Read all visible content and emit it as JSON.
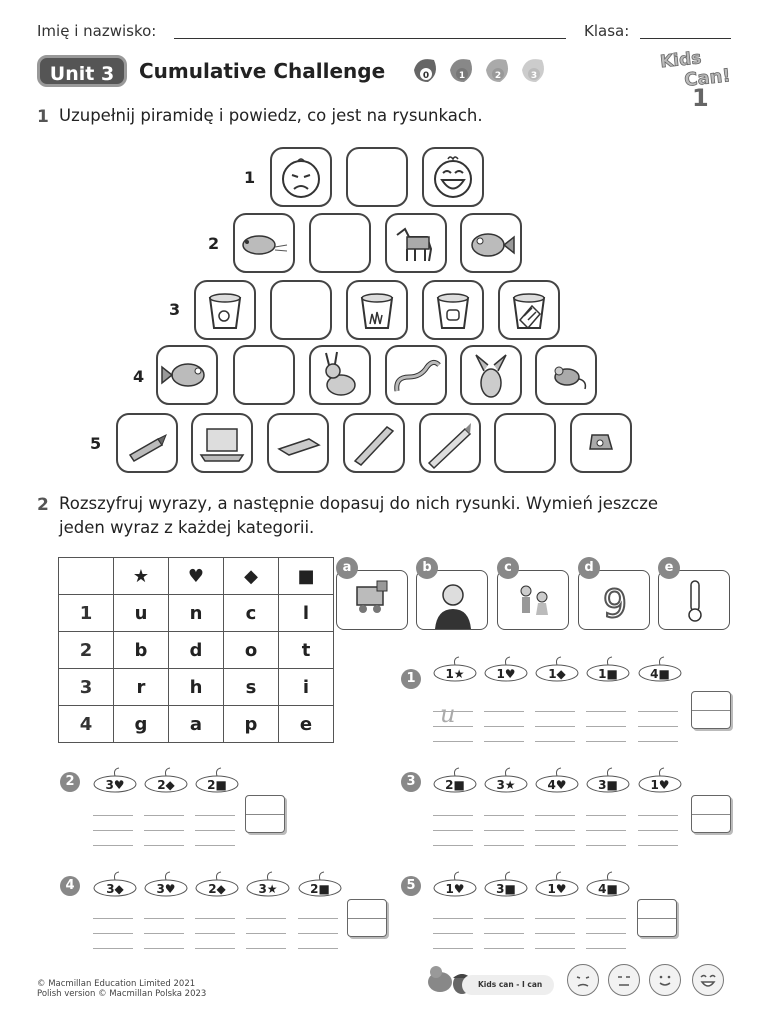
{
  "header": {
    "name_label": "Imię i nazwisko:",
    "class_label": "Klasa:"
  },
  "unit": {
    "pill": "Unit 3",
    "title": "Cumulative Challenge",
    "levels": [
      "0",
      "1",
      "2",
      "3"
    ]
  },
  "logo": {
    "text": "Kids Can!",
    "number": "1"
  },
  "task1": {
    "number": "1",
    "instruction": "Uzupełnij piramidę i powiedz, co jest na rysunkach.",
    "rows": [
      {
        "num": "1",
        "items": [
          "sad-face-icon",
          "",
          "laughing-face-icon"
        ]
      },
      {
        "num": "2",
        "items": [
          "hamster-icon",
          "",
          "horse-icon",
          "fish-icon"
        ]
      },
      {
        "num": "3",
        "items": [
          "bucket-apple-icon",
          "",
          "bucket-grass-icon",
          "bucket-pig-icon",
          "bucket-chocolate-icon"
        ]
      },
      {
        "num": "4",
        "items": [
          "fish-icon",
          "",
          "rabbit-icon",
          "lizard-icon",
          "donkey-icon",
          "mouse-icon"
        ]
      },
      {
        "num": "5",
        "items": [
          "crayon-icon",
          "laptop-icon",
          "eraser-icon",
          "pen-icon",
          "pencil-icon",
          "",
          "sharpener-icon"
        ]
      }
    ]
  },
  "task2": {
    "number": "2",
    "instruction_line1": "Rozszyfruj wyrazy, a następnie dopasuj do nich rysunki. Wymień jeszcze",
    "instruction_line2": "jeden wyraz z każdej kategorii.",
    "symbols": [
      "★",
      "♥",
      "◆",
      "■"
    ],
    "rows": [
      {
        "num": "1",
        "letters": [
          "u",
          "n",
          "c",
          "l"
        ]
      },
      {
        "num": "2",
        "letters": [
          "b",
          "d",
          "o",
          "t"
        ]
      },
      {
        "num": "3",
        "letters": [
          "r",
          "h",
          "s",
          "i"
        ]
      },
      {
        "num": "4",
        "letters": [
          "g",
          "a",
          "p",
          "e"
        ]
      }
    ],
    "pictures": [
      {
        "label": "a",
        "icon": "toy-train-icon"
      },
      {
        "label": "b",
        "icon": "man-icon"
      },
      {
        "label": "c",
        "icon": "children-icon"
      },
      {
        "label": "d",
        "icon": "number-nine-icon"
      },
      {
        "label": "e",
        "icon": "thermometer-icon"
      }
    ],
    "puzzles": [
      {
        "num": "1",
        "codes": [
          "1★",
          "1♥",
          "1◆",
          "1■",
          "4■"
        ],
        "example": "u"
      },
      {
        "num": "2",
        "codes": [
          "3♥",
          "2◆",
          "2■"
        ]
      },
      {
        "num": "3",
        "codes": [
          "2■",
          "3★",
          "4♥",
          "3■",
          "1♥"
        ]
      },
      {
        "num": "4",
        "codes": [
          "3◆",
          "3♥",
          "2◆",
          "3★",
          "2■"
        ]
      },
      {
        "num": "5",
        "codes": [
          "1♥",
          "3■",
          "1♥",
          "4■"
        ]
      }
    ]
  },
  "footer": {
    "line1": "© Macmillan Education Limited 2021",
    "line2": "Polish version © Macmillan Polska 2023",
    "kids_can": "Kids can - I can"
  }
}
